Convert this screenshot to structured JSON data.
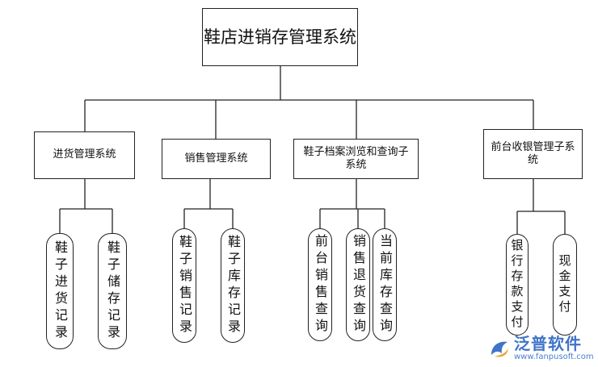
{
  "root": {
    "label": "鞋店进销存管理系统"
  },
  "subsystems": [
    {
      "label": "进货管理系统",
      "leaves": [
        "鞋子进货记录",
        "鞋子储存记录"
      ]
    },
    {
      "label": "销售管理系统",
      "leaves": [
        "鞋子销售记录",
        "鞋子库存记录"
      ]
    },
    {
      "label": "鞋子档案浏览和查询子系统",
      "leaves": [
        "前台销售查询",
        "销售退货查询",
        "当前库存查询"
      ]
    },
    {
      "label": "前台收银管理子系统",
      "leaves": [
        "银行存款支付",
        "现金支付"
      ]
    }
  ],
  "watermark": {
    "brand": "泛普软件",
    "url": "www.fanpusoft.com"
  },
  "colors": {
    "line": "#222222",
    "watermark": "#3f74c8",
    "watermark_accent": "#e8a33a"
  }
}
